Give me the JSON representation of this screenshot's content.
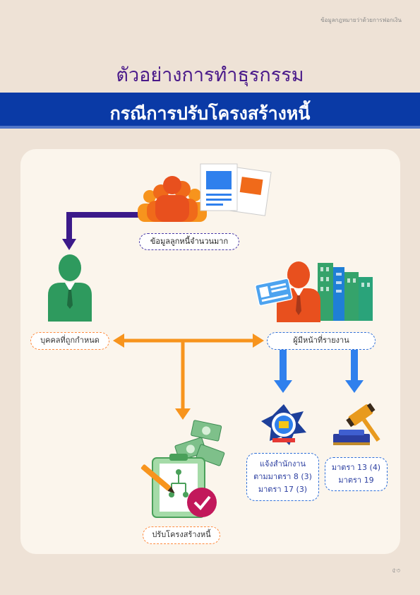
{
  "header_text": "ข้อมูลกฎหมายว่าด้วยการฟอกเงิน",
  "title_line1": "ตัวอย่างการทำธุรกรรม",
  "title_line2": "กรณีการปรับโครงสร้างหนี้",
  "labels": {
    "debtor_info": "ข้อมูลลูกหนี้จำนวนมาก",
    "designated_person": "บุคคลที่ถูกกำหนด",
    "reporting_entity": "ผู้มีหน้าที่รายงาน",
    "restructure": "ปรับโครงสร้างหนี้"
  },
  "notify_box": [
    "แจ้งสำนักงาน",
    "ตามมาตรา 8 (3)",
    "มาตรา 17 (3)"
  ],
  "section_box": [
    "มาตรา 13 (4)",
    "มาตรา 19"
  ],
  "page_number": "৫৩",
  "colors": {
    "title": "#4a1a8a",
    "band": "#0a3aa6",
    "arrow_orange": "#f7941d",
    "arrow_purple": "#3b1a8a",
    "arrow_blue": "#2f80ed"
  }
}
